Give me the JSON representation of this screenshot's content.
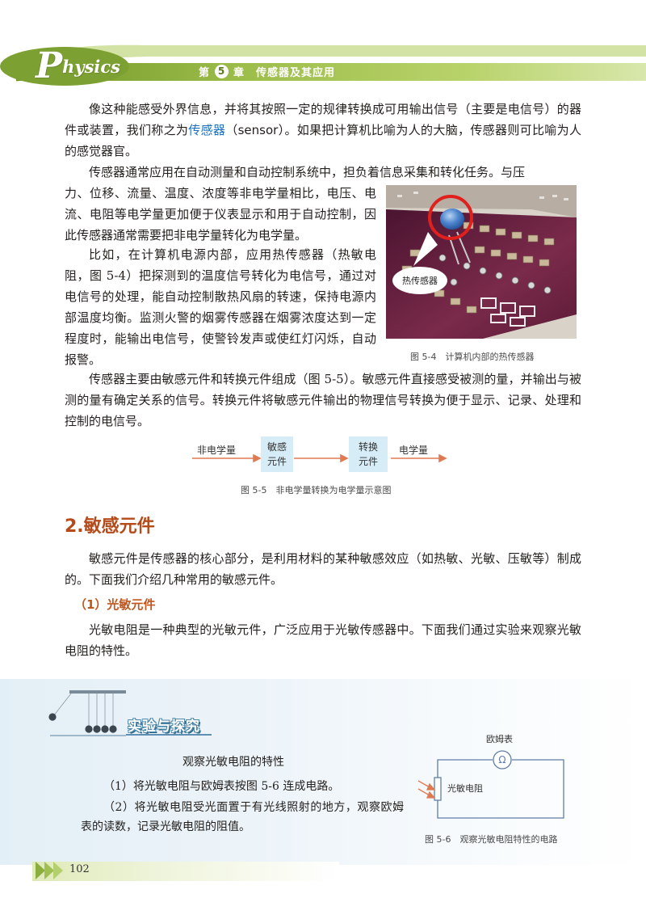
{
  "header": {
    "logo_initial": "P",
    "logo_rest": "hysics",
    "chapter_prefix": "第",
    "chapter_number": "5",
    "chapter_suffix": "章",
    "chapter_title": "传感器及其应用"
  },
  "para1": {
    "part1": "像这种能感受外界信息，并将其按照一定的规律转换成可用输出信号（主要是电信号）的器件或装置，我们称之为",
    "highlight": "传感器",
    "part2": "（",
    "english": "sensor",
    "part3": "）。如果把计算机比喻为人的大脑，传感器则可比喻为人的感觉器官。"
  },
  "para2": {
    "line1": "传感器通常应用在自动测量和自动控制系统中，担负着信息采集和转化任务。与压",
    "rest": "力、位移、流量、温度、浓度等非电学量相比，电压、电流、电阻等电学量更加便于仪表显示和用于自动控制，因此传感器通常需要把非电学量转化为电学量。"
  },
  "para3": "比如，在计算机电源内部，应用热传感器（热敏电阻，图 5-4）把探测到的温度信号转化为电信号，通过对电信号的处理，能自动控制散热风扇的转速，保持电源内部温度均衡。监测火警的烟雾传感器在烟雾浓度达到一定程度时，能输出电信号，使警铃发声或使红灯闪烁，自动报警。",
  "figure_5_4": {
    "bubble_label": "热传感器",
    "caption": "图 5-4　计算机内部的热传感器"
  },
  "para4": "传感器主要由敏感元件和转换元件组成（图 5-5）。敏感元件直接感受被测的量，并输出与被测的量有确定关系的信号。转换元件将敏感元件输出的物理信号转换为便于显示、记录、处理和控制的电信号。",
  "figure_5_5": {
    "input_label": "非电学量",
    "box1_line1": "敏感",
    "box1_line2": "元件",
    "box2_line1": "转换",
    "box2_line2": "元件",
    "output_label": "电学量",
    "caption": "图 5-5　非电学量转换为电学量示意图"
  },
  "section2": {
    "heading": "2.敏感元件",
    "intro": "敏感元件是传感器的核心部分，是利用材料的某种敏感效应（如热敏、光敏、压敏等）制成的。下面我们介绍几种常用的敏感元件。",
    "sub1": "（1）光敏元件",
    "sub1_text": "光敏电阻是一种典型的光敏元件，广泛应用于光敏传感器中。下面我们通过实验来观察光敏电阻的特性。"
  },
  "experiment": {
    "title": "实验与探究",
    "subtitle": "观察光敏电阻的特性",
    "step1": "（1）将光敏电阻与欧姆表按图 5-6 连成电路。",
    "step2": "（2）将光敏电阻受光面置于有光线照射的地方，观察欧姆表的读数，记录光敏电阻的阻值。"
  },
  "figure_5_6": {
    "meter_label": "欧姆表",
    "meter_symbol": "Ω",
    "resistor_label": "光敏电阻",
    "caption": "图 5-6　观察光敏电阻特性的电路"
  },
  "page_number": "102",
  "colors": {
    "header_green": "#8cae3e",
    "heading_orange": "#b54a1a",
    "highlight_blue": "#1a6fc4",
    "panel_blue": "#e3eff6"
  }
}
